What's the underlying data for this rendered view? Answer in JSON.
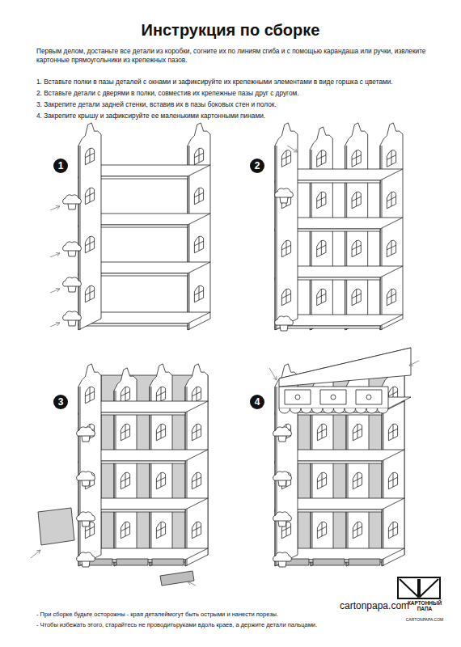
{
  "diagram": {
    "title": "Инструкция по сборке",
    "labels": [
      "Первым делом, достаньте все детали из коробки, согните их по линиям сгиба и с помощью карандаша или ручки, извлеките картонные прямоугольники из крепежных пазов.",
      "1. Вставьте полки в пазы деталей с окнами и зафиксируйте их крепежными элементами в виде горшка с цветами.",
      "2. Вставьте детали с дверями в полки, совместив их крепежные пазы друг с другом.",
      "3. Закрепите детали задней стенки, вставив их в пазы боковых стен и полок.",
      "4. Закрепите крышу и зафиксируйте ее маленькими картонными пинами.",
      "1",
      "2",
      "3",
      "4",
      "КАРТОННЫЙ ПАПА",
      "cartonpapa.com",
      "CARTONPAPA.COM",
      "- При сборке будьте осторожны - края деталеймогут быть острыми и нанести порезы.",
      "- Чтобы избежать этого, старайтесь не проводитьруками вдоль краев, а держите детали пальцами."
    ]
  }
}
